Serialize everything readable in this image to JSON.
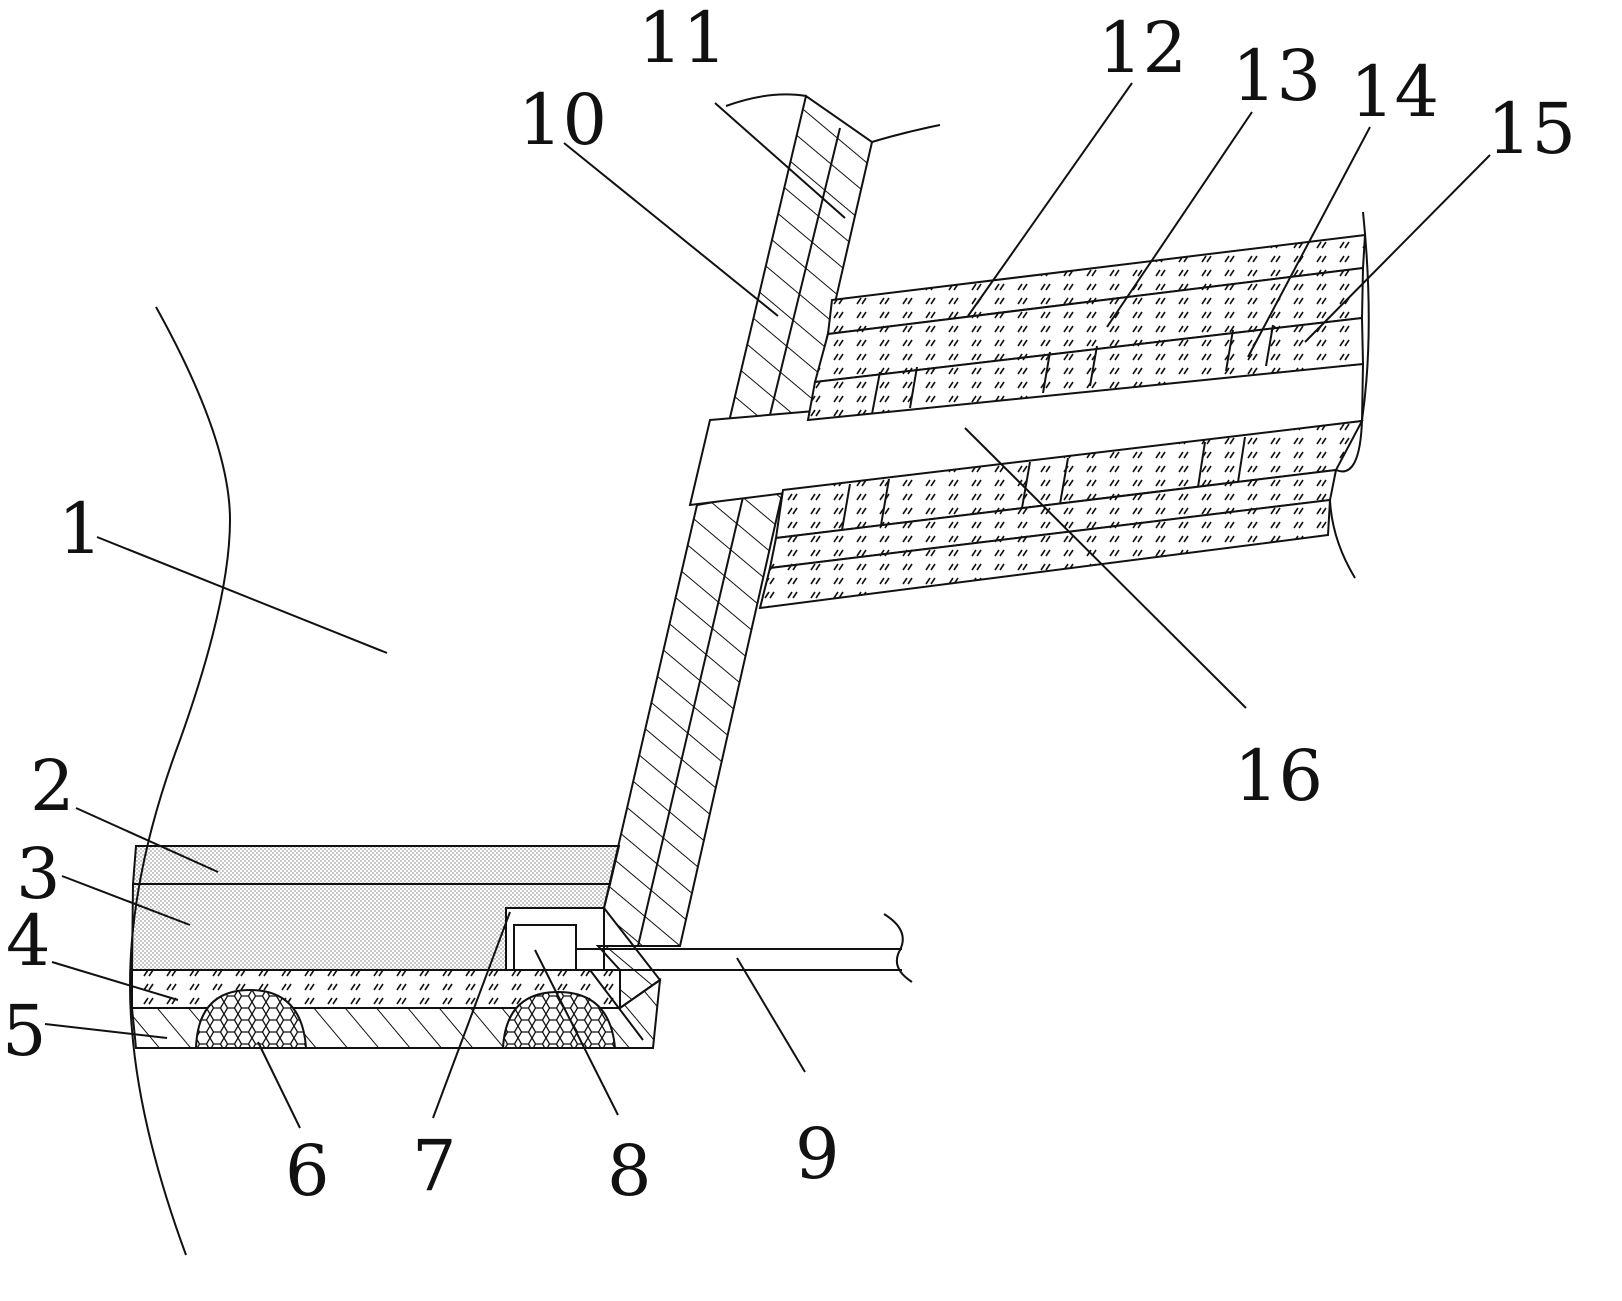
{
  "figure": {
    "labels": [
      {
        "id": "1",
        "text": "1"
      },
      {
        "id": "2",
        "text": "2"
      },
      {
        "id": "3",
        "text": "3"
      },
      {
        "id": "4",
        "text": "4"
      },
      {
        "id": "5",
        "text": "5"
      },
      {
        "id": "6",
        "text": "6"
      },
      {
        "id": "7",
        "text": "7"
      },
      {
        "id": "8",
        "text": "8"
      },
      {
        "id": "9",
        "text": "9"
      },
      {
        "id": "10",
        "text": "10"
      },
      {
        "id": "11",
        "text": "11"
      },
      {
        "id": "12",
        "text": "12"
      },
      {
        "id": "13",
        "text": "13"
      },
      {
        "id": "14",
        "text": "14"
      },
      {
        "id": "15",
        "text": "15"
      },
      {
        "id": "16",
        "text": "16"
      }
    ],
    "colors": {
      "line": "#111111",
      "background": "#ffffff",
      "dotted_fill": "#d9d9d9"
    }
  }
}
